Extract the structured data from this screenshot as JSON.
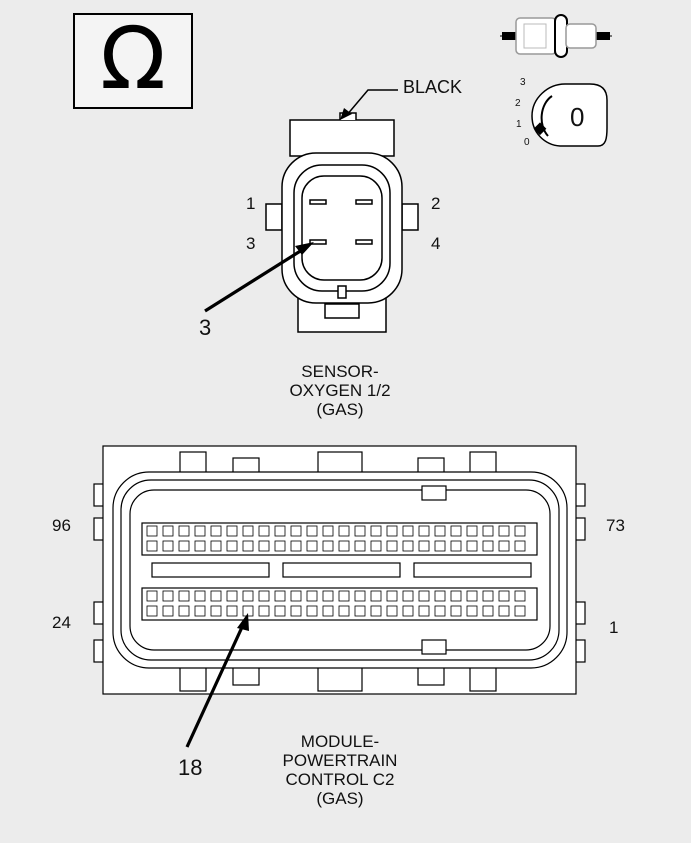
{
  "ohm_symbol": "Ω",
  "oxygen_sensor_connector": {
    "color_label": "BLACK",
    "pins": [
      "1",
      "2",
      "3",
      "4"
    ],
    "callout": "3",
    "caption": [
      "SENSOR-",
      "OXYGEN 1/2",
      "(GAS)"
    ]
  },
  "ignition_key": {
    "positions": [
      "3",
      "2",
      "1",
      "0"
    ],
    "key_label": "0"
  },
  "pcm_connector": {
    "corner_labels": {
      "top_left": "96",
      "top_right": "73",
      "bottom_left": "24",
      "bottom_right": "1"
    },
    "callout": "18",
    "caption": [
      "MODULE-",
      "POWERTRAIN",
      "CONTROL C2",
      "(GAS)"
    ]
  }
}
